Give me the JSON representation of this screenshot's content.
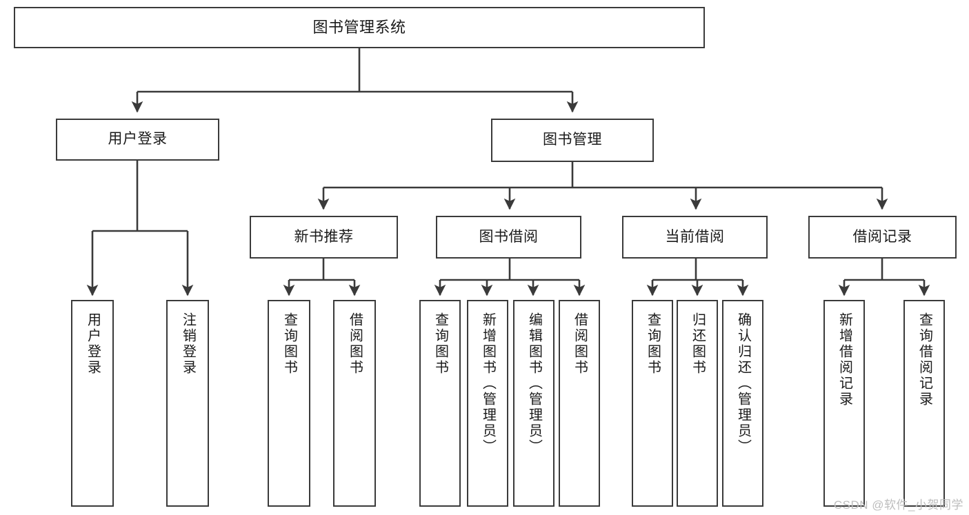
{
  "diagram": {
    "title": "图书管理系统",
    "type": "tree-hierarchy-diagram",
    "stroke_color": "#3a3a3a",
    "fill_color": "#ffffff",
    "text_color": "#1a1a1a"
  },
  "nodes": {
    "root": {
      "label": "图书管理系统"
    },
    "level1": [
      {
        "label": "用户登录"
      },
      {
        "label": "图书管理"
      }
    ],
    "level2": [
      {
        "label": "新书推荐"
      },
      {
        "label": "图书借阅"
      },
      {
        "label": "当前借阅"
      },
      {
        "label": "借阅记录"
      }
    ],
    "leaves": {
      "user_login": [
        {
          "label": "用户登录"
        },
        {
          "label": "注销登录"
        }
      ],
      "new_book_recommend": [
        {
          "label": "查询图书"
        },
        {
          "label": "借阅图书"
        }
      ],
      "book_borrow": [
        {
          "label": "查询图书"
        },
        {
          "label": "新增图书（管理员）"
        },
        {
          "label": "编辑图书（管理员）"
        },
        {
          "label": "借阅图书"
        }
      ],
      "current_borrow": [
        {
          "label": "查询图书"
        },
        {
          "label": "归还图书"
        },
        {
          "label": "确认归还（管理员）"
        }
      ],
      "borrow_record": [
        {
          "label": "新增借阅记录"
        },
        {
          "label": "查询借阅记录"
        }
      ]
    }
  },
  "watermark": {
    "text": "CSDN @软件_小贺同学",
    "color": "#bdbdbd"
  }
}
